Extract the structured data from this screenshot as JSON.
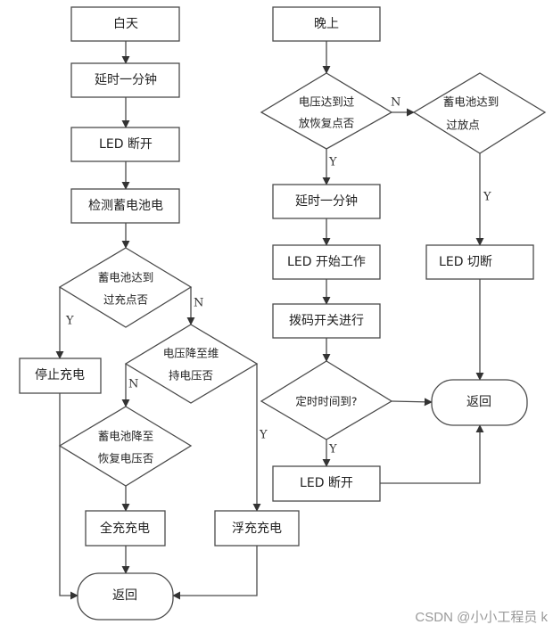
{
  "diagram": {
    "type": "flowchart",
    "nodes": {
      "day": "白天",
      "day_delay": "延时一分钟",
      "day_led_off": "LED 断开",
      "check_battery": "检测蓄电池电",
      "overcharge_q": [
        "蓄电池达到",
        "过充点否"
      ],
      "stop_charge": "停止充电",
      "maintain_q": [
        "电压降至维",
        "持电压否"
      ],
      "recover_q": [
        "蓄电池降至",
        "恢复电压否"
      ],
      "full_charge": "全充充电",
      "float_charge": "浮充充电",
      "return_left": "返回",
      "night": "晚上",
      "overdischarge_recover_q": [
        "电压达到过",
        "放恢复点否"
      ],
      "overdischarge_q": [
        "蓄电池达到",
        "过放点"
      ],
      "night_delay": "延时一分钟",
      "led_start": "LED 开始工作",
      "dip_switch": "拨码开关进行",
      "timer_q": "定时时间到?",
      "night_led_off": "LED 断开",
      "led_cut": "LED 切断",
      "return_right": "返回"
    },
    "edges": [
      {
        "from": "day",
        "to": "day_delay",
        "label": ""
      },
      {
        "from": "day_delay",
        "to": "day_led_off",
        "label": ""
      },
      {
        "from": "day_led_off",
        "to": "check_battery",
        "label": ""
      },
      {
        "from": "check_battery",
        "to": "overcharge_q",
        "label": ""
      },
      {
        "from": "overcharge_q",
        "to": "stop_charge",
        "label": "Y"
      },
      {
        "from": "overcharge_q",
        "to": "maintain_q",
        "label": "N"
      },
      {
        "from": "maintain_q",
        "to": "recover_q",
        "label": "N"
      },
      {
        "from": "maintain_q",
        "to": "float_charge",
        "label": "Y"
      },
      {
        "from": "recover_q",
        "to": "full_charge",
        "label": ""
      },
      {
        "from": "stop_charge",
        "to": "return_left",
        "label": ""
      },
      {
        "from": "full_charge",
        "to": "return_left",
        "label": ""
      },
      {
        "from": "float_charge",
        "to": "return_left",
        "label": ""
      },
      {
        "from": "night",
        "to": "overdischarge_recover_q",
        "label": ""
      },
      {
        "from": "overdischarge_recover_q",
        "to": "night_delay",
        "label": "Y"
      },
      {
        "from": "overdischarge_recover_q",
        "to": "overdischarge_q",
        "label": "N"
      },
      {
        "from": "overdischarge_q",
        "to": "led_cut",
        "label": "Y"
      },
      {
        "from": "night_delay",
        "to": "led_start",
        "label": ""
      },
      {
        "from": "led_start",
        "to": "dip_switch",
        "label": ""
      },
      {
        "from": "dip_switch",
        "to": "timer_q",
        "label": ""
      },
      {
        "from": "timer_q",
        "to": "night_led_off",
        "label": "Y"
      },
      {
        "from": "timer_q",
        "to": "return_right",
        "label": ""
      },
      {
        "from": "night_led_off",
        "to": "return_right",
        "label": ""
      },
      {
        "from": "led_cut",
        "to": "return_right",
        "label": ""
      }
    ],
    "labels": {
      "yes": "Y",
      "no": "N"
    }
  },
  "watermark": "CSDN @小小工程员 k"
}
